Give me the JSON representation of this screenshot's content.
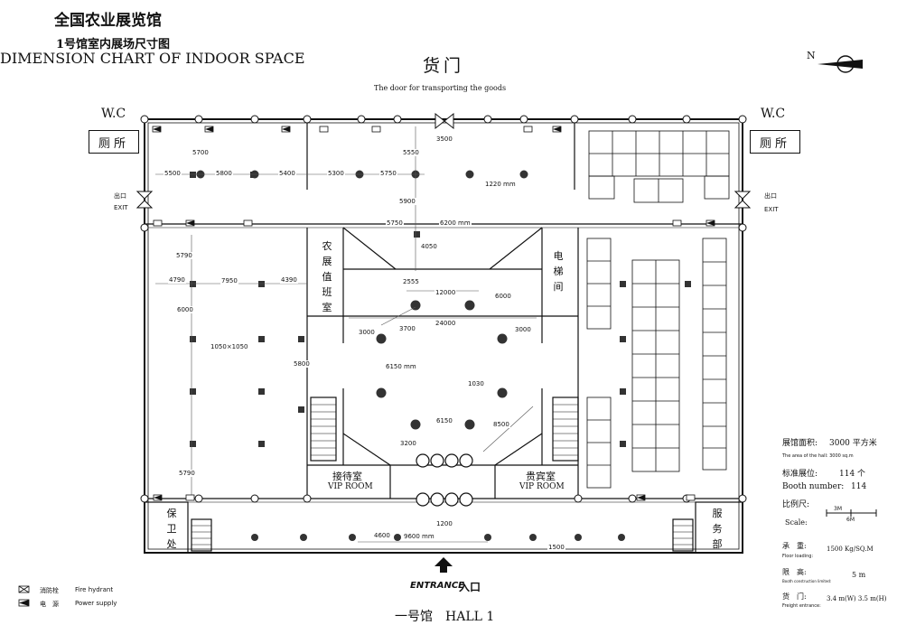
{
  "header": {
    "museum_name": "全国农业展览馆",
    "chart_title_cn": "1号馆室内展场尺寸图",
    "chart_title_en": "DIMENSION CHART OF INDOOR SPACE"
  },
  "goods_door": {
    "label_cn": "货门",
    "label_en": "The door for transporting the goods"
  },
  "toilets": {
    "left_heading": "W.C",
    "left_label": "厕所",
    "right_heading": "W.C",
    "right_label": "厕所"
  },
  "exits": {
    "left_cn": "出口",
    "left_en": "EXIT",
    "right_cn": "出口",
    "right_en": "EXIT"
  },
  "rooms": {
    "duty_room": "农展值班室",
    "elevator": "电梯间",
    "reception_cn": "接待室",
    "reception_en": "VIP ROOM",
    "vip_cn": "贵宾室",
    "vip_en": "VIP ROOM",
    "security": "保卫处",
    "service": "服务部"
  },
  "dimensions": {
    "d5700": "5700",
    "d5500": "5500",
    "d5800a": "5800",
    "d5400": "5400",
    "d5300": "5300",
    "d5750a": "5750",
    "d5550": "5550",
    "d3500": "3500",
    "d1220": "1220 mm",
    "d5900": "5900",
    "d5750b": "5750",
    "d6200": "6200 mm",
    "d4050": "4050",
    "d5790a": "5790",
    "d4790": "4790",
    "d7950": "7950",
    "d4390": "4390",
    "d6000a": "6000",
    "d1050": "1050×1050",
    "d2555": "2555",
    "d12000": "12000",
    "d6000b": "6000",
    "d3000a": "3000",
    "d3700": "3700",
    "d24000": "24000",
    "d3000b": "3000",
    "d5800b": "5800",
    "d6150a": "6150 mm",
    "d1030": "1030",
    "d6150b": "6150",
    "d8500": "8500",
    "d3200": "3200",
    "d5790b": "5790",
    "d1200": "1200",
    "d4600": "4600",
    "d9600": "9600 mm",
    "d1500": "1500"
  },
  "entrance": {
    "label_en": "ENTRANCE",
    "label_cn": "入口"
  },
  "hall_name": "一号馆　HALL 1",
  "legend": {
    "hydrant_cn": "消防栓",
    "hydrant_en": "Fire hydrant",
    "power_cn": "电　源",
    "power_en": "Power supply"
  },
  "info": {
    "area_label": "展馆面积:",
    "area_value": "3000 平方米",
    "area_en": "The area of the hall:  3000 sq.m",
    "booths_label": "标准展位:",
    "booths_value": "114 个",
    "booth_number_label": "Booth number:",
    "booth_number_value": "114",
    "scale_label_cn": "比例尺:",
    "scale_label_en": "Scale:",
    "scale_3m": "3M",
    "scale_6m": "6M",
    "floor_label": "承　重:",
    "floor_en": "Floor loading:",
    "floor_value": "1500 Kg/SQ.M",
    "height_label": "限　高:",
    "height_en": "Booth construction limited:",
    "height_value": "5 m",
    "freight_label": "货　门:",
    "freight_en": "Freight entrance:",
    "freight_value": "3.4 m(W) 3.5 m(H)"
  },
  "compass": {
    "north": "N"
  }
}
